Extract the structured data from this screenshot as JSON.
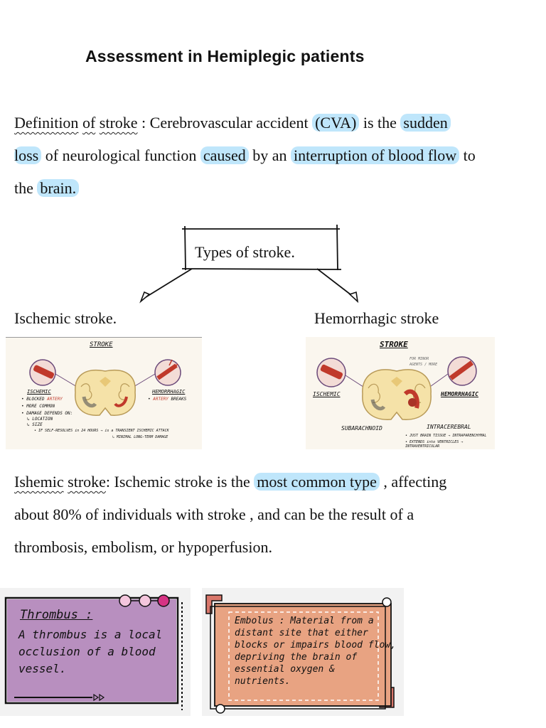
{
  "title": "Assessment in Hemiplegic patients",
  "definition": {
    "term1": "Definition",
    "term2": "of",
    "term3": "stroke",
    "t_colon": " : Cerebrovascular accident ",
    "hl_cva": "(CVA)",
    "t_is_the": " is the ",
    "hl_sudden": "sudden",
    "hl_loss": "loss",
    "t_of_neuro": " of neurological function ",
    "hl_caused": "caused",
    "t_by_an": " by an ",
    "hl_interruption": "interruption of blood flow",
    "t_to": " to",
    "t_the": "the ",
    "hl_brain": "brain."
  },
  "diagram": {
    "types_label": "Types of stroke.",
    "left_label": "Ischemic stroke.",
    "right_label": "Hemorrhagic stroke"
  },
  "left_image": {
    "title": "STROKE",
    "ischemic": "ISCHEMIC",
    "hemorrhagic": "HEMORRHAGIC",
    "b1a": "BLOCKED",
    "b1b": "ARTERY",
    "b2": "MORE COMMON",
    "b3": "DAMAGE DEPENDS ON:",
    "b3a": "LOCATION",
    "b3b": "SIZE",
    "b4": "IF SELF-RESOLVES in 24 HOURS → is a TRANSIENT ISCHEMIC ATTACK",
    "b5": "MINIMAL LONG-TERM DAMAGE",
    "h1a": "ARTERY",
    "h1b": "BREAKS"
  },
  "right_image": {
    "title": "STROKE",
    "ischemic": "ISCHEMIC",
    "hemorrhagic": "HEMORRHAGIC",
    "subarachnoid": "SUBARACHNOID",
    "intracerebral": "INTRACEREBRAL",
    "small1": "FOR MINOR",
    "small2": "AGENTS / MORE",
    "r1": "JUST BRAIN TISSUE → INTRAPARENCHYMAL",
    "r2": "EXTENDS into VENTRICLES → INTRAVENTRICULAR"
  },
  "ischemic_para": {
    "term1": "Ishemic",
    "term2": "stroke",
    "t1": ": Ischemic stroke is the ",
    "hl": "most common type",
    "t2": " , affecting",
    "line2": "about 80% of individuals with stroke , and can be the result of a",
    "line3": "thrombosis, embolism, or hypoperfusion."
  },
  "thrombus_note": {
    "heading": "Thrombus :",
    "line1": "A thrombus is a local",
    "line2": "occlusion of a blood",
    "line3": "vessel."
  },
  "embolus_note": {
    "line1": "Embolus : Material from a",
    "line2": "distant site that either",
    "line3": "blocks or impairs blood flow,",
    "line4": "depriving the brain of",
    "line5": "essential oxygen &",
    "line6": "nutrients."
  },
  "colors": {
    "highlight": "#bfe6fb",
    "purple_card": "#b88fbf",
    "orange_card": "#e8a382",
    "artery_red": "#c0392b"
  }
}
